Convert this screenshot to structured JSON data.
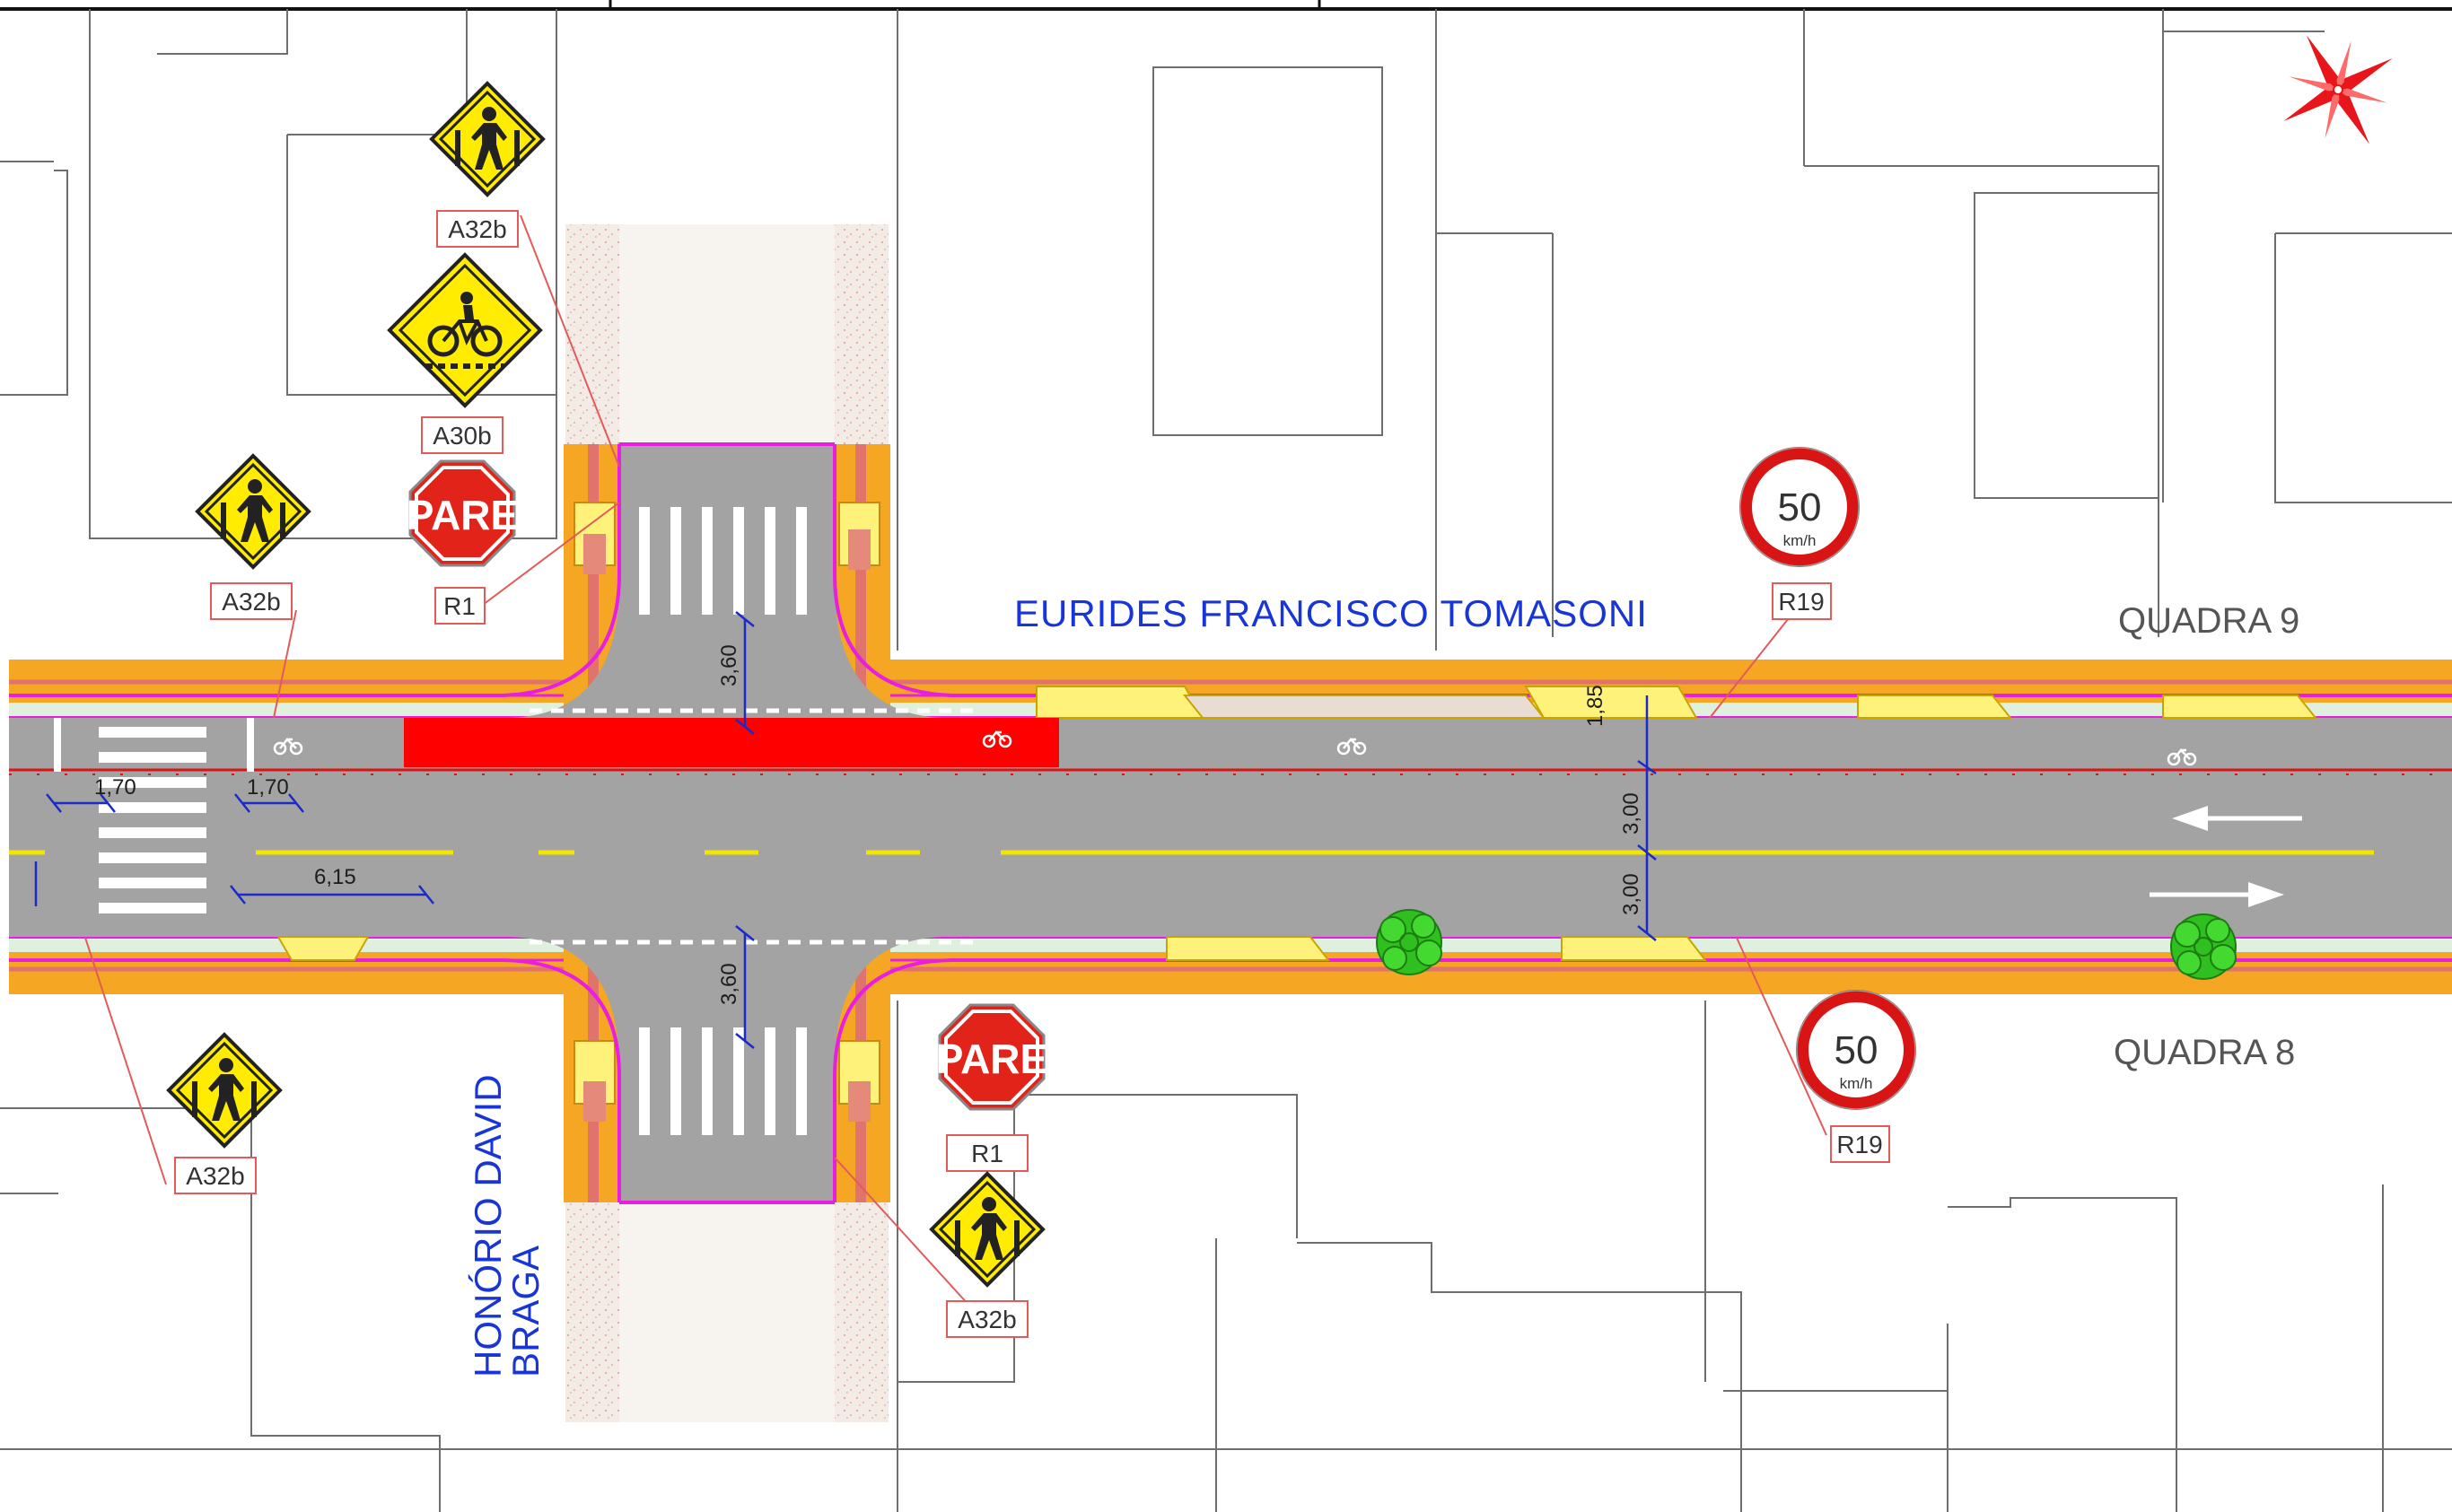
{
  "streets": {
    "main": "EURIDES FRANCISCO TOMASONI",
    "cross_line1": "HONÓRIO DAVID",
    "cross_line2": "BRAGA"
  },
  "blocks": {
    "north": "QUADRA 9",
    "south": "QUADRA 8"
  },
  "signs": {
    "stop_text": "PARE",
    "speed_value": "50",
    "speed_unit": "km/h",
    "codes": {
      "pedestrian_a": "A32b",
      "pedestrian_b": "A32b",
      "pedestrian_c": "A32b",
      "pedestrian_d": "A32b",
      "bicycle": "A30b",
      "stop_north": "R1",
      "stop_south": "R1",
      "speed_north": "R19",
      "speed_south": "R19"
    }
  },
  "dimensions": {
    "crosswalk_width_left": "1,70",
    "crosswalk_width_right": "1,70",
    "stop_offset": "6,15",
    "north_crossing_width": "3,60",
    "south_crossing_width": "3,60",
    "bike_lane_width": "1,85",
    "lane_north": "3,00",
    "lane_south": "3,00"
  },
  "colors": {
    "road": "#a3a3a3",
    "sidewalk_orange": "#f5a623",
    "sidewalk_yellow": "#fff27a",
    "curb_magenta": "#e81ee0",
    "bike_lane_red": "#ff0000",
    "dimension_blue": "#1a2bc9",
    "street_name_blue": "#1835d8",
    "sign_yellow": "#ffec00",
    "stop_red": "#e2231a",
    "center_line_yellow": "#f2e600"
  },
  "icons": [
    "compass-rose-icon",
    "pedestrian-crossing-sign-icon",
    "bicycle-crossing-sign-icon",
    "stop-sign-icon",
    "speed-limit-sign-icon",
    "bicycle-symbol-icon",
    "direction-arrow-icon",
    "tree-icon"
  ]
}
